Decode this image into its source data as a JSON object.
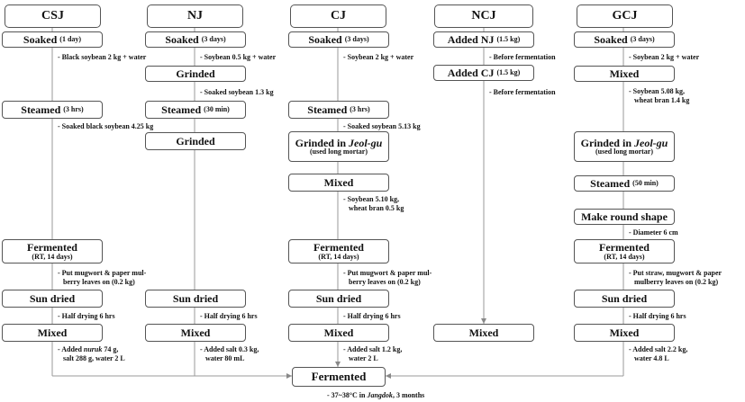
{
  "headers": {
    "csj": "CSJ",
    "nj": "NJ",
    "cj": "CJ",
    "ncj": "NCJ",
    "gcj": "GCJ"
  },
  "csj": {
    "soaked": "Soaked",
    "soaked_sub": "(1 day)",
    "note_black": "- Black soybean 2 kg + water",
    "steamed": "Steamed",
    "steamed_sub": "(3 hrs)",
    "note_soaked_black": "- Soaked black soybean 4.25 kg",
    "fermented": "Fermented",
    "fermented_sub": "(RT, 14 days)",
    "note_mugwort_1": "- Put mugwort & paper mul-",
    "note_mugwort_2": "berry leaves on (0.2 kg)",
    "sun_dried": "Sun dried",
    "note_half": "- Half drying 6 hrs",
    "mixed": "Mixed",
    "note_nuruk_pre": "- Added ",
    "note_nuruk_word": "nuruk",
    "note_nuruk_post": " 74 g,",
    "note_salt": "salt 288 g, water 2 L"
  },
  "nj": {
    "soaked": "Soaked",
    "soaked_sub": "(3 days)",
    "note_soy": "- Soybean 0.5 kg + water",
    "grinded1": "Grinded",
    "note_soaked": "- Soaked soybean 1.3 kg",
    "steamed": "Steamed",
    "steamed_sub": "(30 min)",
    "grinded2": "Grinded",
    "sun_dried": "Sun dried",
    "note_half": "- Half drying 6 hrs",
    "mixed": "Mixed",
    "note_salt_1": "- Added salt 0.3 kg,",
    "note_salt_2": "water 80 mL"
  },
  "cj": {
    "soaked": "Soaked",
    "soaked_sub": "(3 days)",
    "note_soy": "- Soybean 2 kg + water",
    "steamed": "Steamed",
    "steamed_sub": "(3 hrs)",
    "note_soaked": "- Soaked soybean 5.13 kg",
    "grinded_pre": "Grinded in ",
    "grinded_word": "Jeol-gu",
    "grinded_sub": "(used long mortar)",
    "mixed1": "Mixed",
    "note_soy2_1": "- Soybean 5.10 kg,",
    "note_soy2_2": "wheat bran 0.5 kg",
    "fermented": "Fermented",
    "fermented_sub": "(RT, 14 days)",
    "note_mugwort_1": "- Put mugwort & paper mul-",
    "note_mugwort_2": "berry leaves on (0.2 kg)",
    "sun_dried": "Sun dried",
    "note_half": "- Half drying 6 hrs",
    "mixed2": "Mixed",
    "note_salt_1": "- Added salt 1.2 kg,",
    "note_salt_2": "water 2 L"
  },
  "ncj": {
    "added_nj": "Added NJ",
    "added_nj_sub": "(1.5 kg)",
    "note_before1": "- Before fermentation",
    "added_cj": "Added CJ",
    "added_cj_sub": "(1.5 kg)",
    "note_before2": "- Before fermentation",
    "mixed": "Mixed"
  },
  "gcj": {
    "soaked": "Soaked",
    "soaked_sub": "(3 days)",
    "note_soy": "- Soybean 2 kg + water",
    "mixed1": "Mixed",
    "note_soy2_1": "- Soybean 5.08 kg,",
    "note_soy2_2": "wheat bran 1.4 kg",
    "grinded_pre": "Grinded in ",
    "grinded_word": "Jeol-gu",
    "grinded_sub": "(used long mortar)",
    "steamed": "Steamed",
    "steamed_sub": "(50 min)",
    "round": "Make round shape",
    "note_diam": "- Diameter 6 cm",
    "fermented": "Fermented",
    "fermented_sub": "(RT, 14 days)",
    "note_straw_1": "- Put straw, mugwort & paper",
    "note_straw_2": "mulberry leaves on (0.2 kg)",
    "sun_dried": "Sun dried",
    "note_half": "- Half drying 6 hrs",
    "mixed2": "Mixed",
    "note_salt_1": "- Added salt 2.2 kg,",
    "note_salt_2": "water 4.8 L"
  },
  "final": {
    "fermented": "Fermented",
    "note_pre": "- 37~38°C in ",
    "note_word": "Jangdok",
    "note_post": ", 3 months"
  }
}
